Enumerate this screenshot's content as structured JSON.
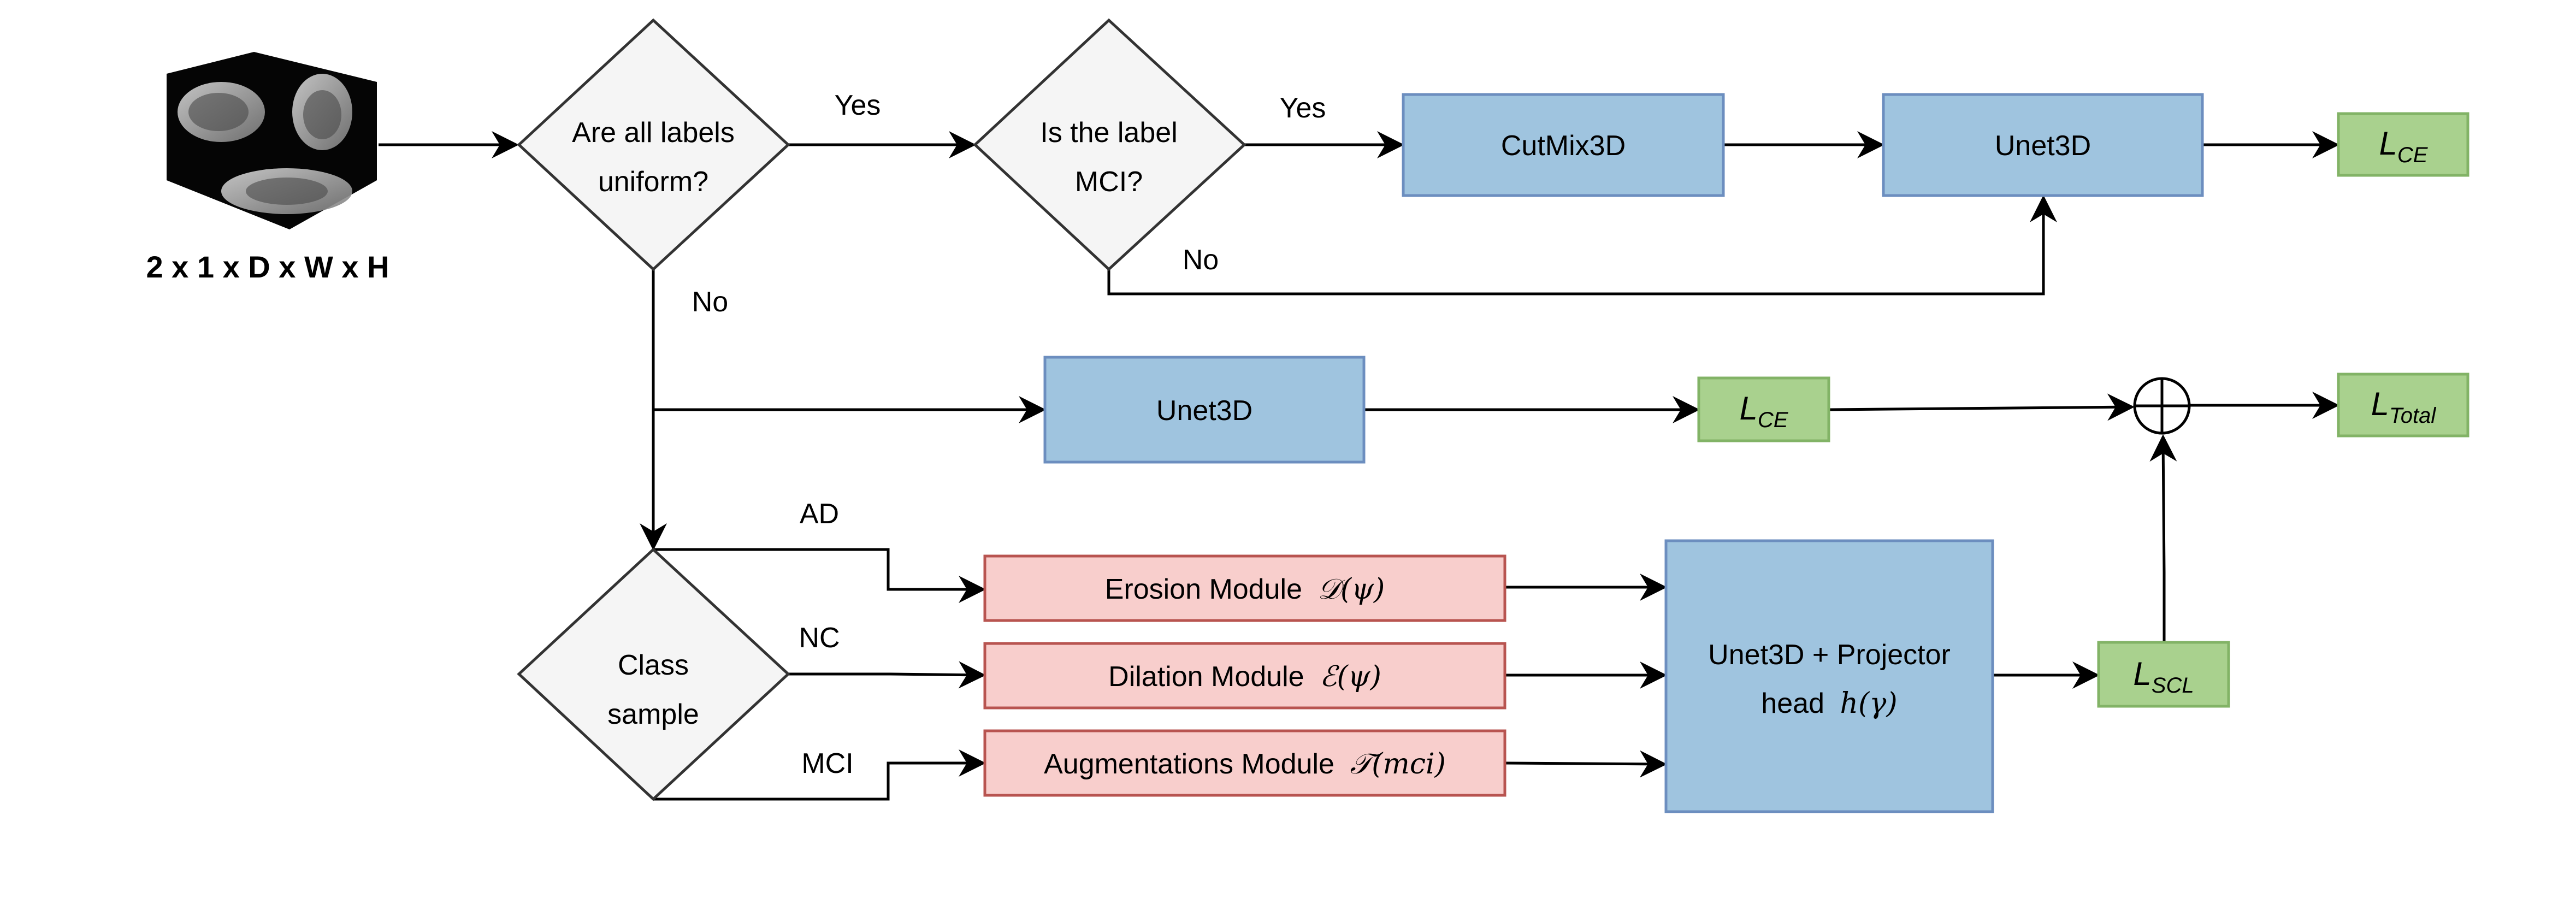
{
  "input": {
    "caption": "2 x 1 x D x W x H"
  },
  "decisions": {
    "uniform": {
      "line1": "Are all labels",
      "line2": "uniform?"
    },
    "mci": {
      "line1": "Is the label",
      "line2": "MCI?"
    },
    "class_sample": {
      "line1": "Class",
      "line2": "sample"
    }
  },
  "edge_labels": {
    "yes_uniform": "Yes",
    "yes_mci": "Yes",
    "no_mci": "No",
    "no_uniform": "No",
    "ad": "AD",
    "nc": "NC",
    "mci": "MCI"
  },
  "blocks": {
    "cutmix": "CutMix3D",
    "unet_top": "Unet3D",
    "unet_mid": "Unet3D",
    "unet_proj_line1": "Unet3D + Projector",
    "unet_proj_line2": "head",
    "unet_proj_math": "h(γ)"
  },
  "modules": {
    "erosion": {
      "label": "Erosion Module",
      "math": "𝒟(ψ)"
    },
    "dilation": {
      "label": "Dilation Module",
      "math": "ℰ(ψ)"
    },
    "augment": {
      "label": "Augmentations Module",
      "math": "𝒯(mci)"
    }
  },
  "losses": {
    "ce_top": {
      "main": "L",
      "sub": "CE"
    },
    "ce_mid": {
      "main": "L",
      "sub": "CE"
    },
    "total": {
      "main": "L",
      "sub": "Total"
    },
    "scl": {
      "main": "L",
      "sub": "SCL"
    }
  },
  "colors": {
    "decision_fill": "#f5f5f5",
    "decision_stroke": "#333333",
    "blue_fill": "#9fc4df",
    "blue_stroke": "#6c8ebf",
    "red_fill": "#f8cecc",
    "red_stroke": "#b85450",
    "green_fill": "#a9d18e",
    "green_stroke": "#82b366"
  }
}
